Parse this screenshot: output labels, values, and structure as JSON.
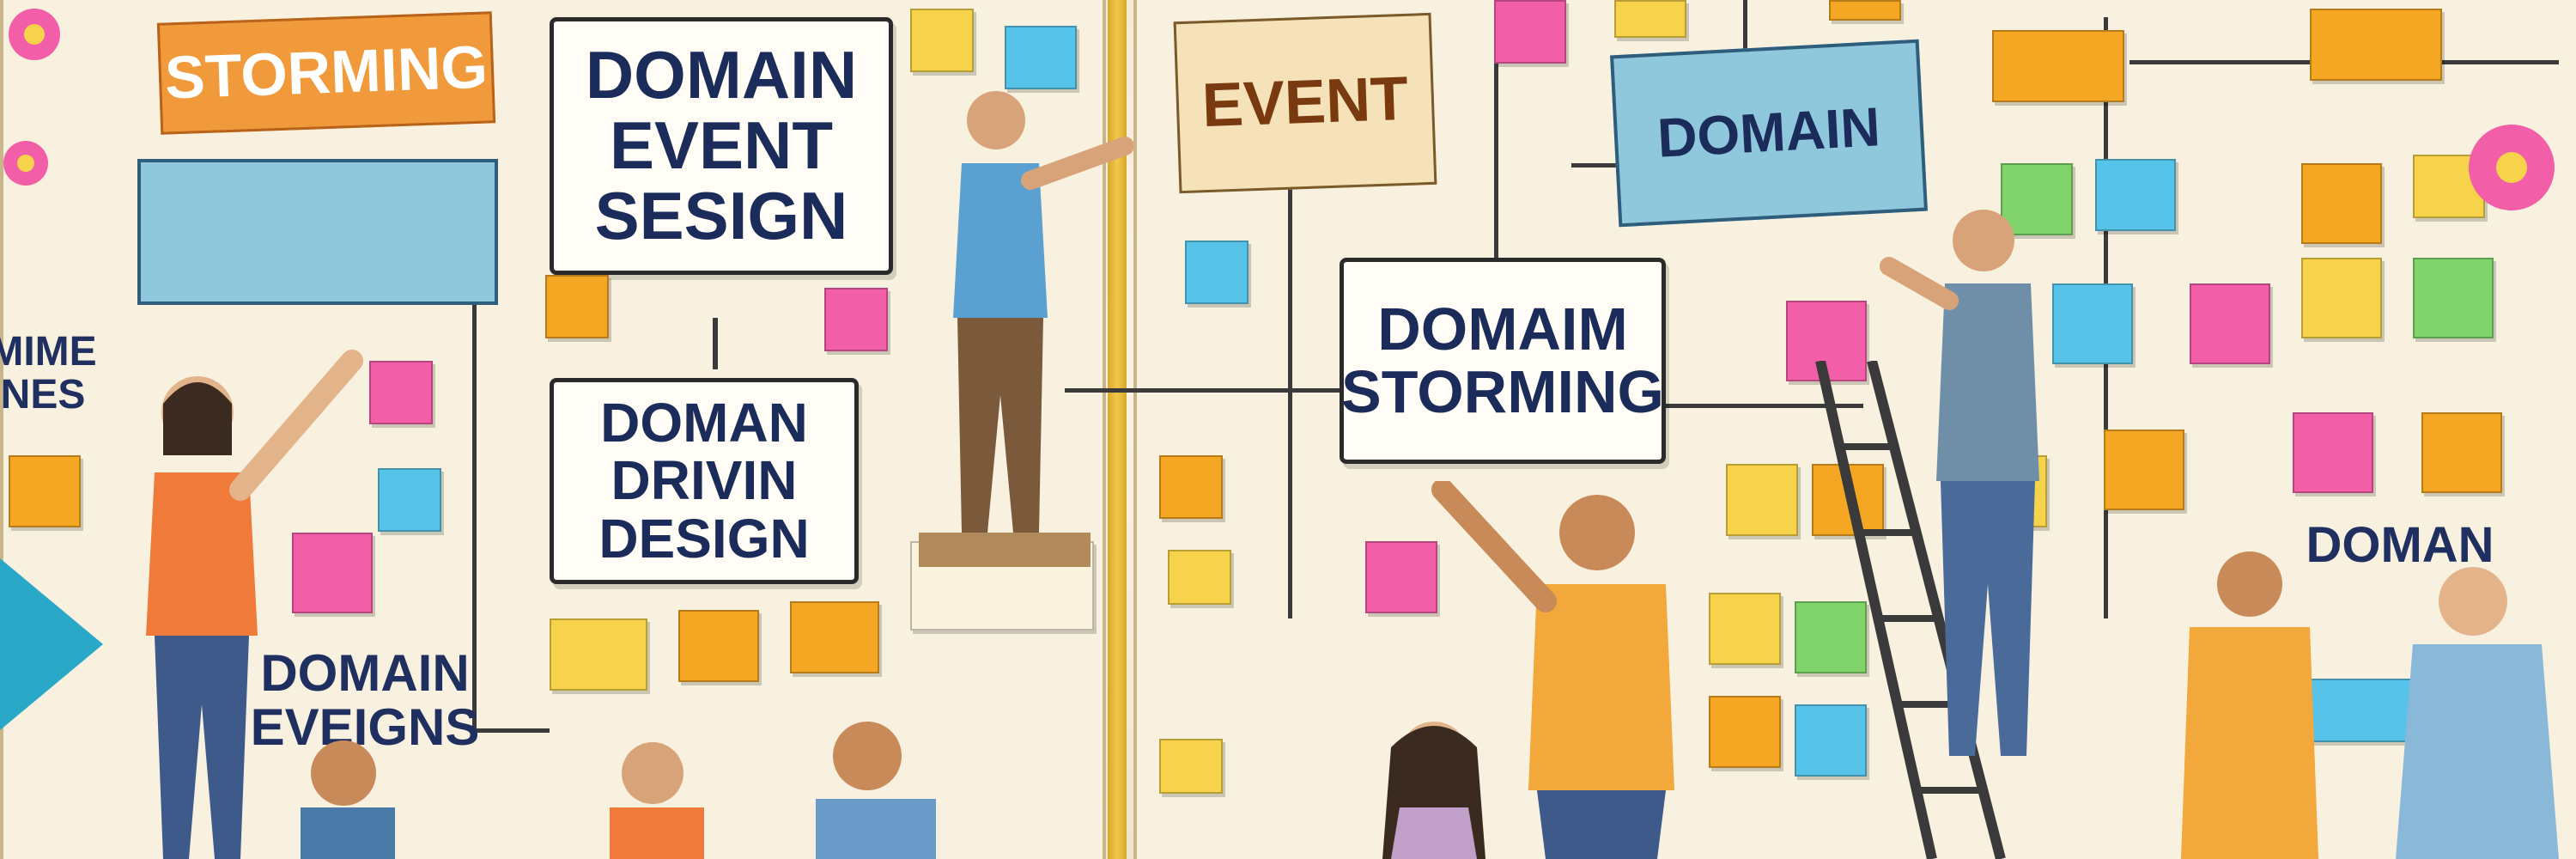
{
  "signs": {
    "storming": "STORMING",
    "domain_event_sesign": "DOMAIN\nEVENT\nSESIGN",
    "doman_drivin_design": "DOMAN\nDRIVIN\nDESIGN",
    "event": "EVENT",
    "domain_top": "DOMAIN",
    "domaim_storming": "DOMAIM\nSTORMING",
    "domain_eveigns": "DOMAIN\nEVEIGNS",
    "doman_right": "DOMAN",
    "mime_nes": "MIME\nNES"
  },
  "colors": {
    "pink": "#f25fa8",
    "orange": "#f5a623",
    "yellow": "#f6d34a",
    "green": "#7fd36a",
    "blue": "#58c3e8",
    "wall": "#f8f1df"
  }
}
